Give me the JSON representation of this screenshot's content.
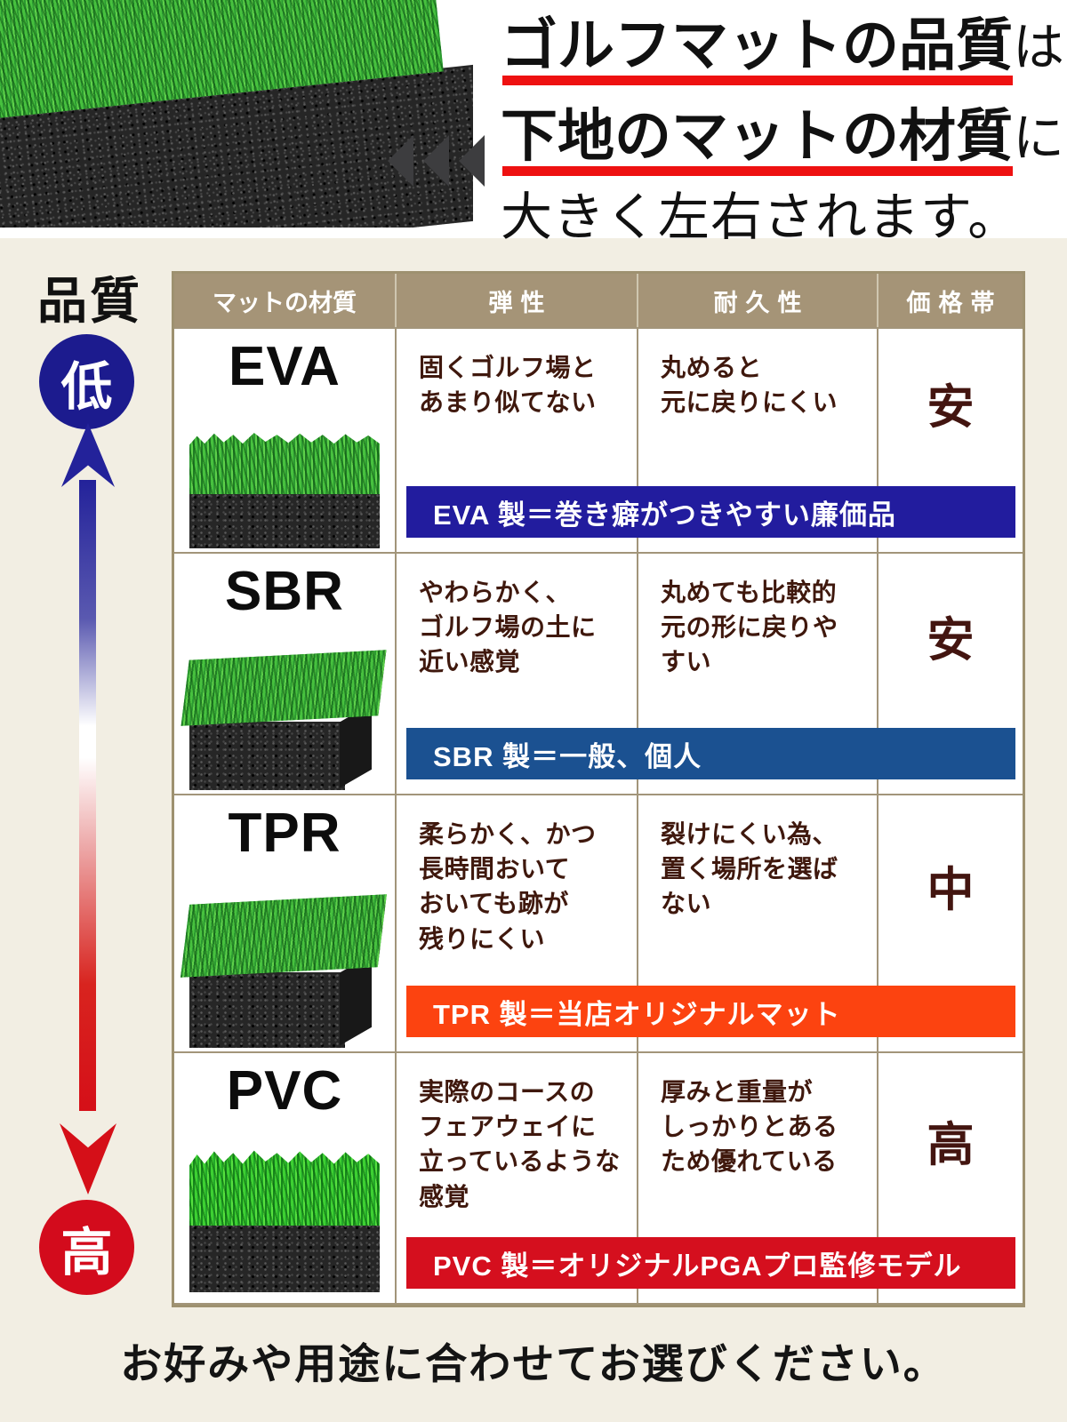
{
  "colors": {
    "underline_red": "#ee1111",
    "header_bg": "#a59477",
    "low_circle": "#1c1b8e",
    "high_circle": "#d30b1c",
    "arrow_top": "#23229a",
    "arrow_bottom": "#d50f18"
  },
  "title": {
    "line1_em": "ゴルフマットの品質",
    "line1_rest": "は",
    "line2_em": "下地のマットの材質",
    "line2_rest": "に",
    "line3": "大きく左右されます。"
  },
  "quality_axis": {
    "label": "品質",
    "low": "低",
    "high": "高"
  },
  "table": {
    "headers": [
      "マットの材質",
      "弾性",
      "耐久性",
      "価格帯"
    ],
    "rows": [
      {
        "material": "EVA",
        "elasticity": "固くゴルフ場と\nあまり似てない",
        "durability": "丸めると\n元に戻りにくい",
        "price": "安",
        "banner": "EVA 製＝巻き癖がつきやすい廉価品",
        "banner_color": "#221c9e"
      },
      {
        "material": "SBR",
        "elasticity": "やわらかく、\nゴルフ場の土に\n近い感覚",
        "durability": "丸めても比較的\n元の形に戻りや\nすい",
        "price": "安",
        "banner": "SBR 製＝一般、個人",
        "banner_color": "#1b5191"
      },
      {
        "material": "TPR",
        "elasticity": "柔らかく、かつ\n長時間おいて\nおいても跡が\n残りにくい",
        "durability": "裂けにくい為、\n置く場所を選ば\nない",
        "price": "中",
        "banner": "TPR 製＝当店オリジナルマット",
        "banner_color": "#fc4310"
      },
      {
        "material": "PVC",
        "elasticity": "実際のコースの\nフェアウェイに\n立っているような\n感覚",
        "durability": "厚みと重量が\nしっかりとある\nため優れている",
        "price": "高",
        "banner": "PVC 製＝オリジナルPGAプロ監修モデル",
        "banner_color": "#d50f1e"
      }
    ]
  },
  "footer": {
    "caption": "お好みや用途に合わせてお選びください。"
  }
}
